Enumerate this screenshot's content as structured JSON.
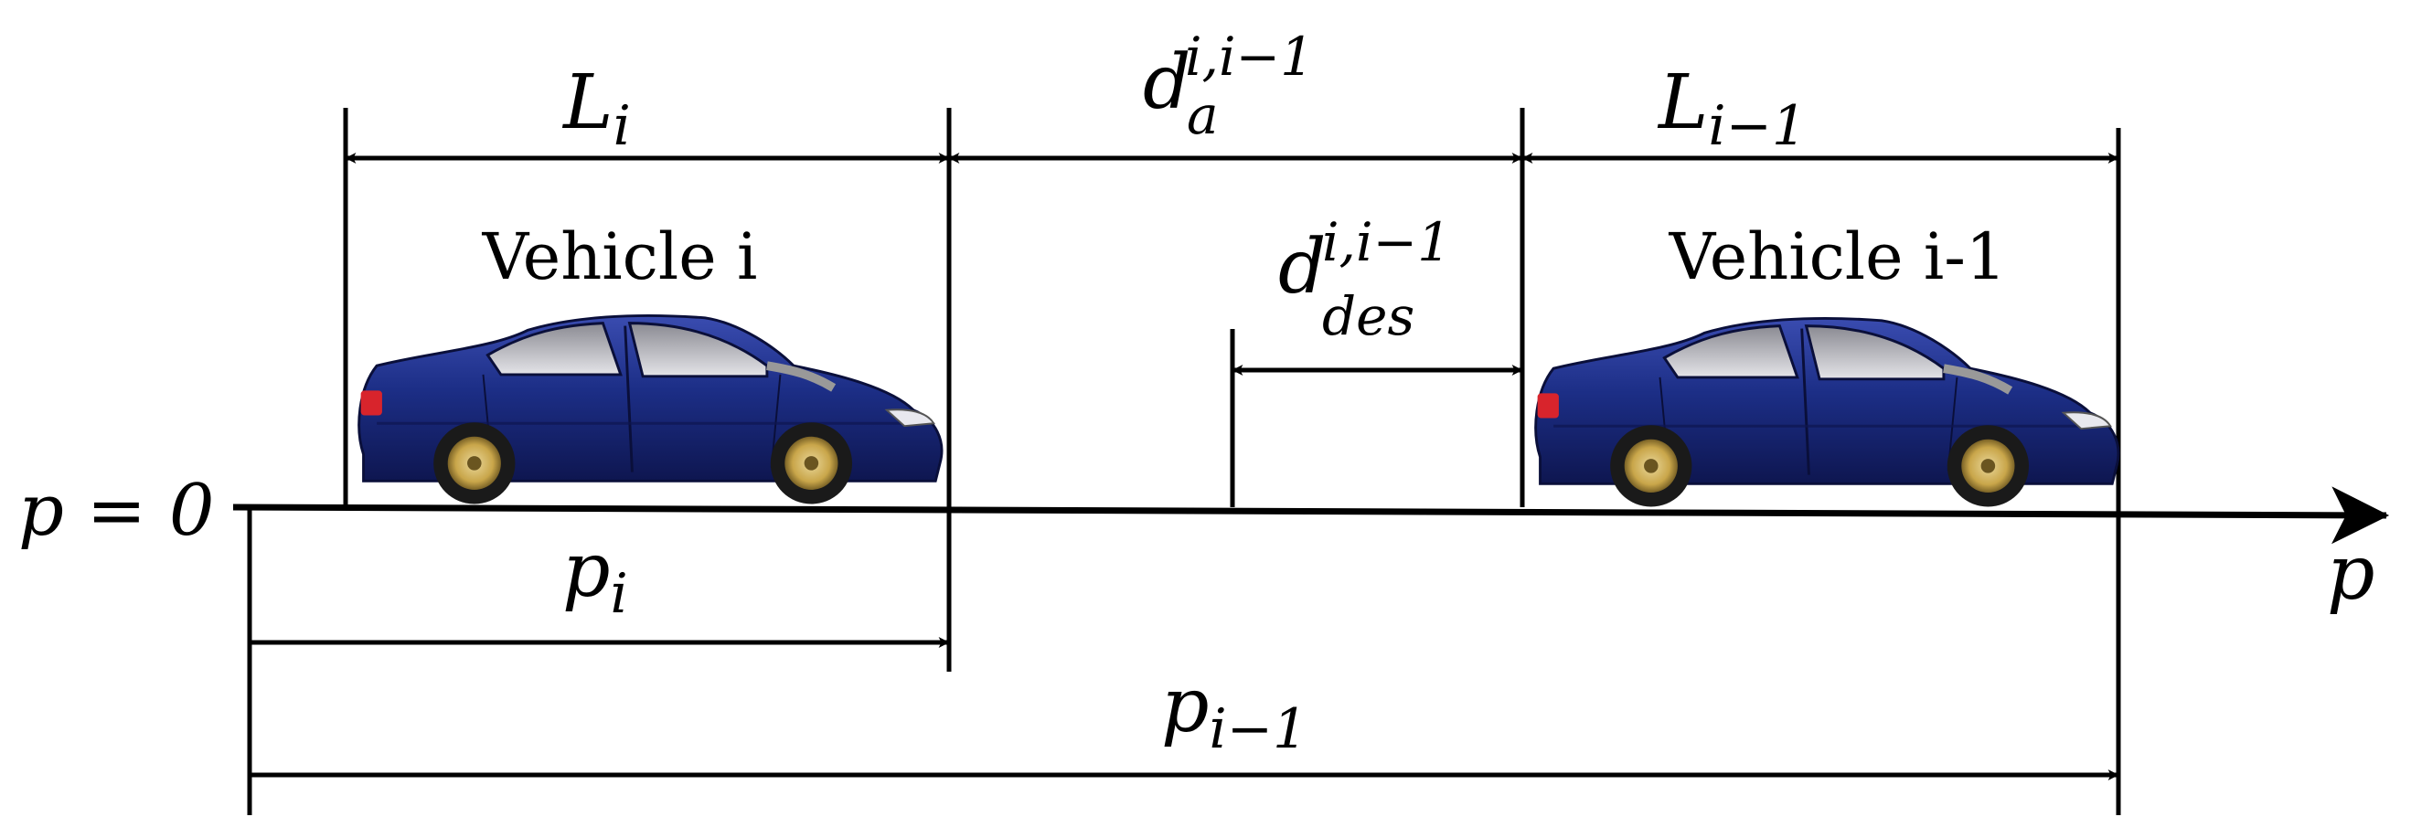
{
  "labels": {
    "origin": "p = 0",
    "axis": "p",
    "vehicle_i": "Vehicle i",
    "vehicle_prev": "Vehicle i-1"
  },
  "dims": {
    "L_i": {
      "base": "L",
      "sub": "i"
    },
    "d_a": {
      "base": "d",
      "sup": "i,i−1",
      "sub": "a"
    },
    "L_prev": {
      "base": "L",
      "sub": "i−1"
    },
    "d_des": {
      "base": "d",
      "sup": "i,i−1",
      "sub": "des"
    },
    "p_i": {
      "base": "p",
      "sub": "i"
    },
    "p_prev": {
      "base": "p",
      "sub": "i−1"
    }
  },
  "colors": {
    "car_body": "#1c2e86",
    "car_dark": "#0e1650",
    "window": "#c9c9cf",
    "rim": "#c9a64a",
    "taillight": "#d8242c"
  },
  "icons": [
    "car-icon"
  ]
}
